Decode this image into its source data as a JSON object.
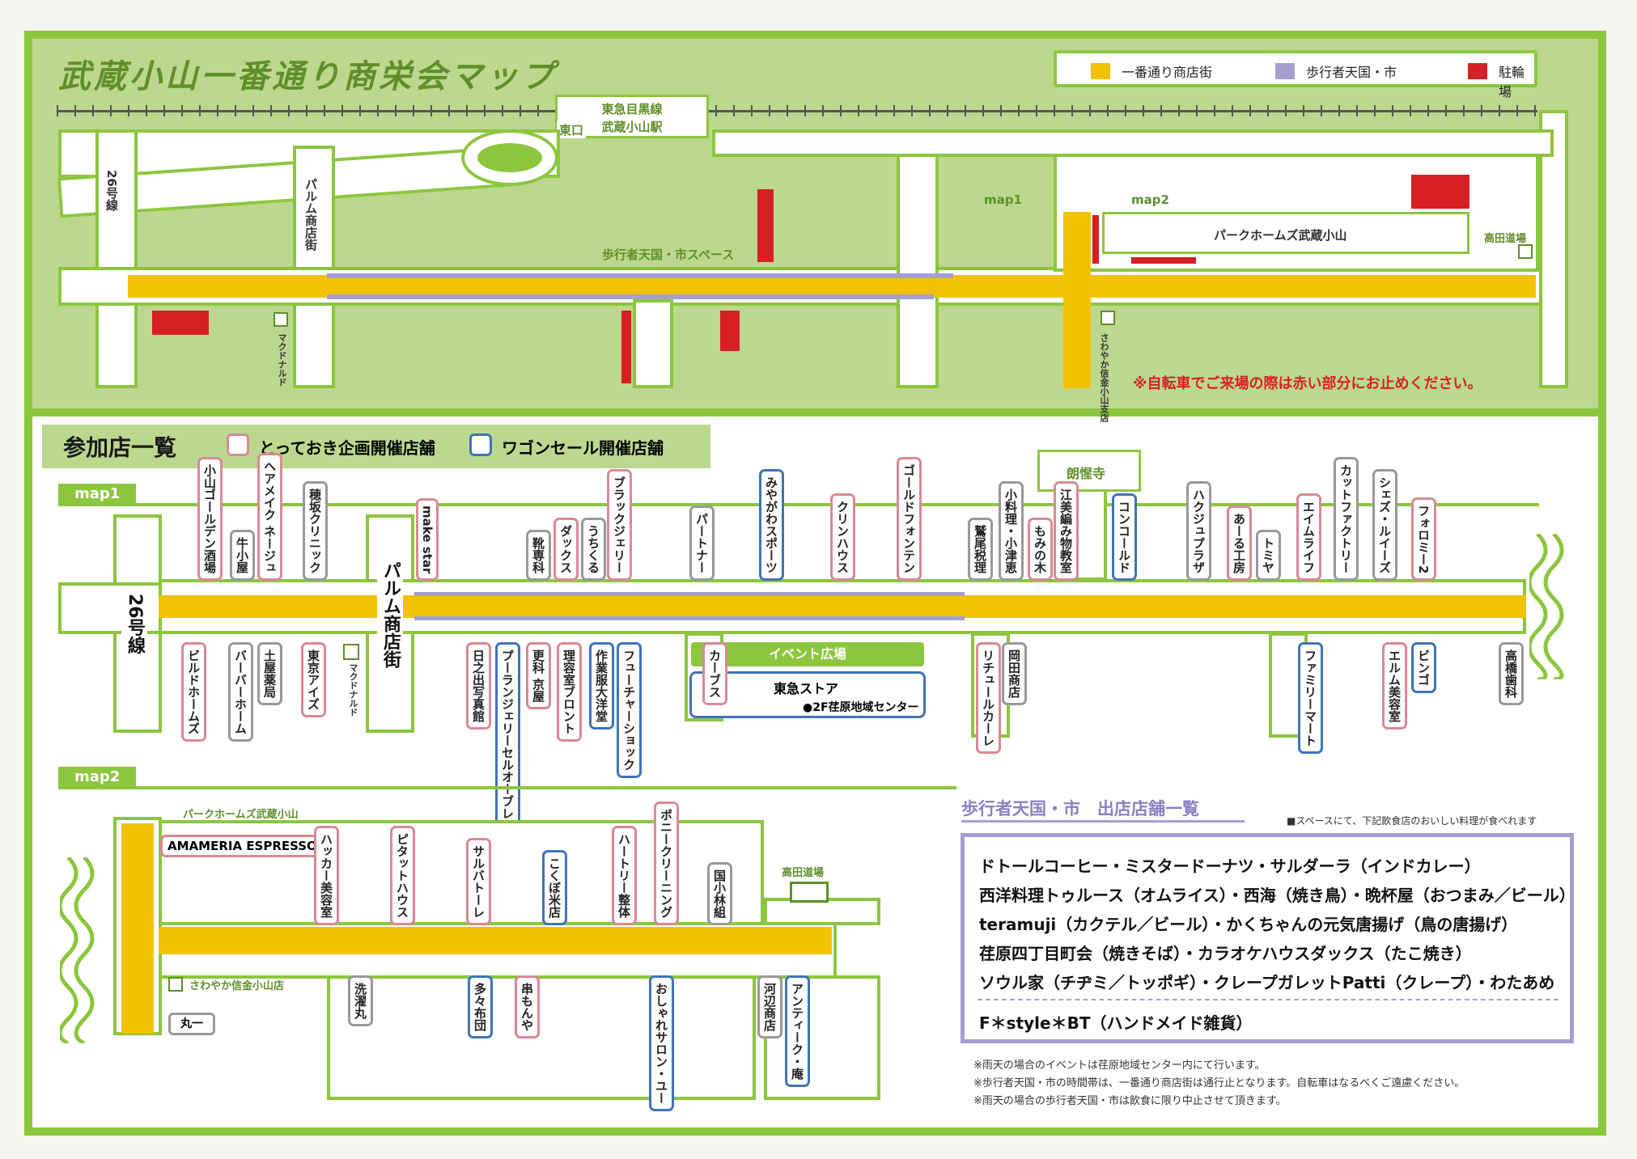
{
  "title": "武蔵小山一番通り商栄会マップ",
  "legend": [
    {
      "label": "一番通り商店街",
      "color": "#f2c200"
    },
    {
      "label": "歩行者天国・市",
      "color": "#a59fd0"
    },
    {
      "label": "駐輪場",
      "color": "#d71f26"
    }
  ],
  "station": {
    "line1": "東急目黒線",
    "line2": "武蔵小山駅",
    "exit": "東口"
  },
  "top_labels": {
    "route26": "26号線",
    "palm": "パルム商店街",
    "mcd": "マクドナルド",
    "hokoten_space": "歩行者天国・市スペース",
    "map1": "map1",
    "map2": "map2",
    "parkhomes": "パークホームズ武蔵小山",
    "takada": "高田道場",
    "sawayaka": "さわやか信金小山支店",
    "notice": "※自転車でご来場の際は赤い部分にお止めください。"
  },
  "participants": {
    "title": "参加店一覧",
    "pink_label": "とっておき企画開催店舗",
    "blue_label": "ワゴンセール開催店舗",
    "pink_color": "#d98a95",
    "blue_color": "#3e74b7"
  },
  "map1": {
    "tag": "map1",
    "route26": "26号線",
    "palm": "パルム商店街",
    "mcd": "マクドナルド",
    "choshoji": "朗惺寺",
    "event": "イベント広場",
    "tokyu": "東急ストア",
    "center": "●2F荏原地域センター",
    "shops_top": [
      {
        "name": "小山ゴールデン酒場",
        "t": "p"
      },
      {
        "name": "牛小屋",
        "t": "g"
      },
      {
        "name": "ヘアメイク ネージュ",
        "t": "p"
      },
      {
        "name": "穂坂クリニック",
        "t": "g"
      },
      {
        "name": "make star",
        "t": "p"
      },
      {
        "name": "靴専科",
        "t": "g"
      },
      {
        "name": "ダックス",
        "t": "p"
      },
      {
        "name": "うちくる",
        "t": "g"
      },
      {
        "name": "ブラックジェリー",
        "t": "p"
      },
      {
        "name": "パートナー",
        "t": "g"
      },
      {
        "name": "みやがわスポーツ",
        "t": "b"
      },
      {
        "name": "クリンハウス",
        "t": "p"
      },
      {
        "name": "ゴールドフォンテン",
        "t": "p"
      },
      {
        "name": "鷲尾税理",
        "t": "g"
      },
      {
        "name": "小料理・小津恵",
        "t": "g"
      },
      {
        "name": "もみの木",
        "t": "p"
      },
      {
        "name": "江美編み物教室",
        "t": "p"
      },
      {
        "name": "コンコールド",
        "t": "b"
      },
      {
        "name": "ハクジュプラザ",
        "t": "g"
      },
      {
        "name": "あーる工房",
        "t": "p"
      },
      {
        "name": "トミヤ",
        "t": "g"
      },
      {
        "name": "エイムライフ",
        "t": "p"
      },
      {
        "name": "カットファクトリー",
        "t": "g"
      },
      {
        "name": "シェズ・ルイーズ",
        "t": "g"
      },
      {
        "name": "フォロミー2",
        "t": "p"
      }
    ],
    "shops_bottom": [
      {
        "name": "ビルドホームズ",
        "t": "p"
      },
      {
        "name": "バーバーホーム",
        "t": "g"
      },
      {
        "name": "土屋薬局",
        "t": "g"
      },
      {
        "name": "東京アイズ",
        "t": "p"
      },
      {
        "name": "日之出写真館",
        "t": "p"
      },
      {
        "name": "プーランジェリーセルオーブレ",
        "t": "b"
      },
      {
        "name": "更科 京屋",
        "t": "p"
      },
      {
        "name": "理容室ブロント",
        "t": "p"
      },
      {
        "name": "作業服大洋堂",
        "t": "b"
      },
      {
        "name": "フューチャーショック",
        "t": "b"
      },
      {
        "name": "カーブス",
        "t": "p"
      },
      {
        "name": "リチュールカーレ",
        "t": "p"
      },
      {
        "name": "岡田商店",
        "t": "g"
      },
      {
        "name": "ファミリーマート",
        "t": "b"
      },
      {
        "name": "エルム美容室",
        "t": "p"
      },
      {
        "name": "ビンゴ",
        "t": "b"
      },
      {
        "name": "高橋歯科",
        "t": "g"
      }
    ]
  },
  "map2": {
    "tag": "map2",
    "parkhomes": "パークホームズ武蔵小山",
    "takada": "高田道場",
    "sawayaka": "さわやか信金小山店",
    "maruichi": "丸一",
    "espresso": "AMAMERIA ESPRESSO",
    "shops_top": [
      {
        "name": "ハッカー美容室",
        "t": "p"
      },
      {
        "name": "ピタットハウス",
        "t": "p"
      },
      {
        "name": "サルバトーレ",
        "t": "p"
      },
      {
        "name": "こくぼ米店",
        "t": "b"
      },
      {
        "name": "ハートリー整体",
        "t": "p"
      },
      {
        "name": "ポニークリーニング",
        "t": "p"
      },
      {
        "name": "国小林組",
        "t": "g"
      }
    ],
    "shops_bottom": [
      {
        "name": "洗濯丸",
        "t": "g"
      },
      {
        "name": "多々布団",
        "t": "b"
      },
      {
        "name": "串もんや",
        "t": "p"
      },
      {
        "name": "おしゃれサロン・ユー",
        "t": "b"
      },
      {
        "name": "河辺商店",
        "t": "g"
      },
      {
        "name": "アンティーク・庵",
        "t": "b"
      }
    ]
  },
  "hokoten": {
    "title": "歩行者天国・市　出店店舗一覧",
    "note": "■スペースにて、下記飲食店のおいしい料理が食べれます",
    "lines": [
      "ドトールコーヒー・ミスタードーナツ・サルダーラ（インドカレー）",
      "西洋料理トゥルース（オムライス）・西海（焼き鳥）・晩杯屋（おつまみ／ビール）",
      "teramuji（カクテル／ビール）・かくちゃんの元気唐揚げ（鳥の唐揚げ）",
      "荏原四丁目町会（焼きそば）・カラオケハウスダックス（たこ焼き）",
      "ソウル家（チヂミ／トッポギ）・クレープガレットPatti（クレープ）・わたあめ",
      "F＊style＊BT（ハンドメイド雑貨）"
    ],
    "footnotes": [
      "※雨天の場合のイベントは荏原地域センター内にて行います。",
      "※歩行者天国・市の時間帯は、一番通り商店街は通行止となります。自転車はなるべくご遠慮ください。",
      "※雨天の場合の歩行者天国・市は飲食に限り中止させて頂きます。"
    ]
  }
}
